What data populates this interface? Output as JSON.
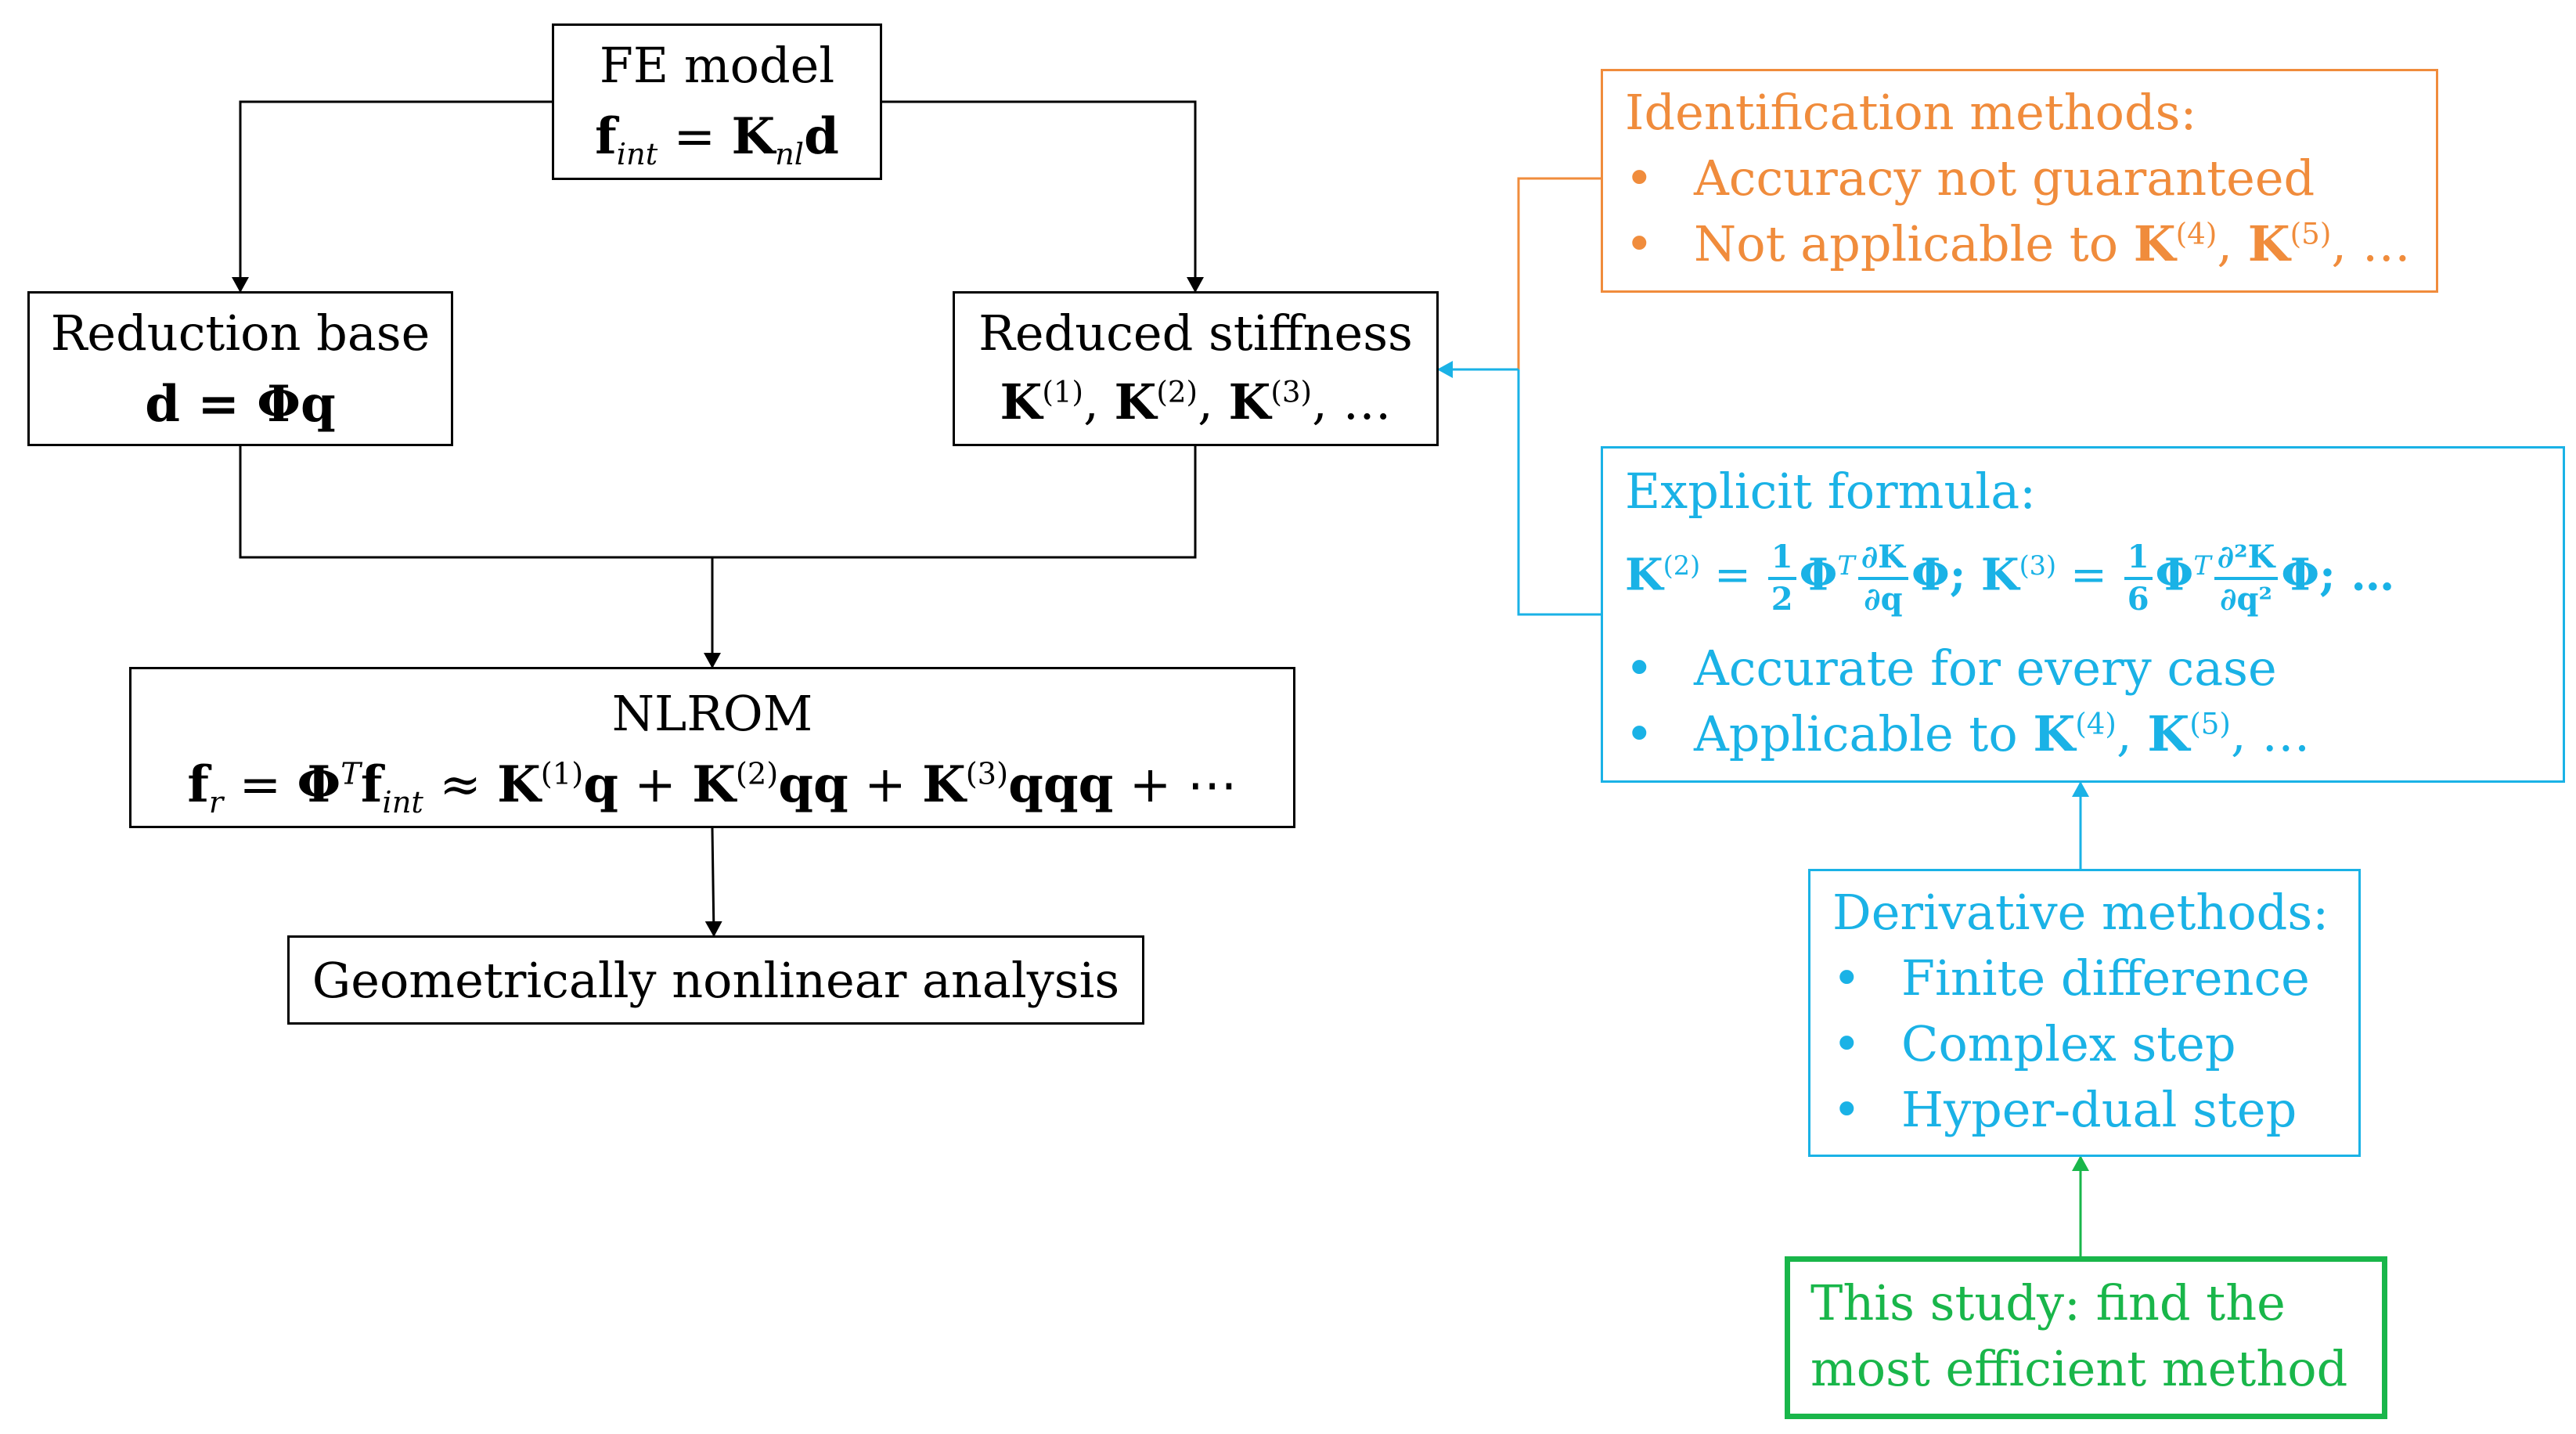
{
  "colors": {
    "black": "#000000",
    "orange": "#f08c3c",
    "cyan": "#1ab2e6",
    "green": "#19b64a"
  },
  "fe_model": {
    "title": "FE model",
    "eq_f": "f",
    "eq_int": "int",
    "eq_eq": " = ",
    "eq_K": "K",
    "eq_nl": "nl",
    "eq_d": "d"
  },
  "reduction_base": {
    "title": "Reduction base",
    "equation": "d = Φq"
  },
  "reduced_stiffness": {
    "title": "Reduced stiffness",
    "K": "K",
    "sup1": "(1)",
    "sup2": "(2)",
    "sup3": "(3)",
    "sep": ", ",
    "ellipsis": "…"
  },
  "nlrom": {
    "title": "NLROM",
    "f": "f",
    "r": "r",
    "eq": " = ",
    "Phi": "Φ",
    "T": "T",
    "int": "int",
    "approx": " ≈ ",
    "K": "K",
    "sup1": "(1)",
    "sup2": "(2)",
    "sup3": "(3)",
    "q": "q",
    "qq": "qq",
    "qqq": "qqq",
    "plus": " + ",
    "dots": "⋯"
  },
  "analysis": {
    "title": "Geometrically nonlinear analysis"
  },
  "identification": {
    "title": "Identification methods:",
    "bullet": "•",
    "item1": "Accuracy not guaranteed",
    "item2_prefix": "Not applicable to ",
    "K": "K",
    "sup4": "(4)",
    "sup5": "(5)",
    "sep": ", ",
    "ellipsis": "…"
  },
  "explicit": {
    "title": "Explicit formula:",
    "K": "K",
    "sup2": "(2)",
    "sup3": "(3)",
    "eq": " = ",
    "one": "1",
    "two": "2",
    "six": "6",
    "Phi": "Φ",
    "T": "T",
    "dK": "∂K",
    "d2K": "∂²K",
    "dq": "∂q",
    "dq2": "∂q²",
    "semi": ";",
    "end": "; …",
    "bullet": "•",
    "item1": "Accurate for every case",
    "item2_prefix": "Applicable to ",
    "sup4": "(4)",
    "sup5": "(5)",
    "sep": ", ",
    "ellipsis": "…"
  },
  "derivative": {
    "title": "Derivative methods:",
    "bullet": "•",
    "items": [
      "Finite difference",
      "Complex step",
      "Hyper-dual step"
    ]
  },
  "this_study": {
    "line1": "This study: find the",
    "line2": "most efficient method"
  }
}
